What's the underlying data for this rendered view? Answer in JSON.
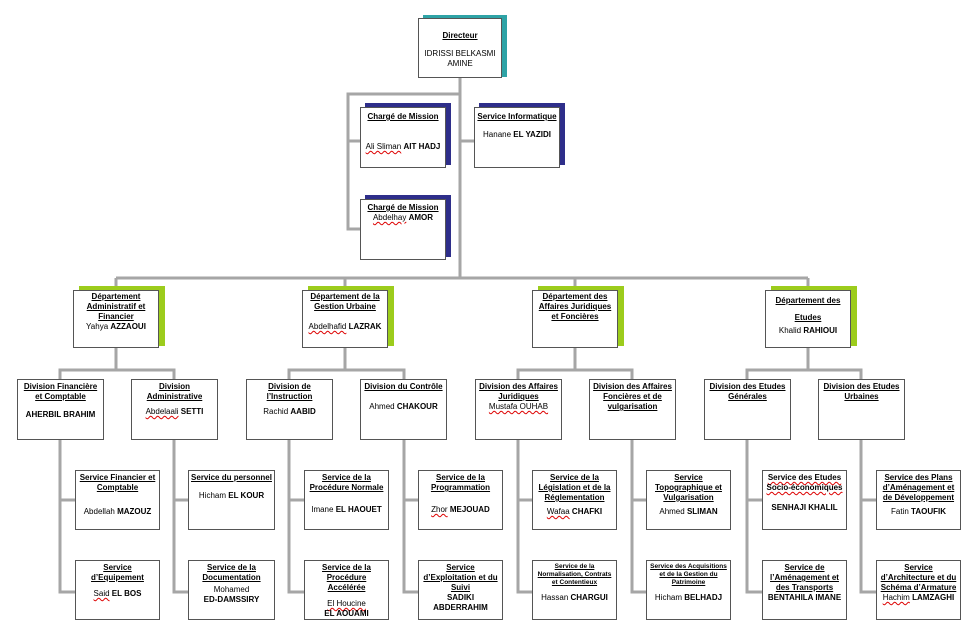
{
  "colors": {
    "line": "#a6a6a6",
    "teal": "#2ea3a6",
    "navy": "#2e2e8a",
    "green": "#9ccc1c"
  },
  "director": {
    "title": "Directeur",
    "name": "IDRISSI BELKASMI AMINE"
  },
  "mission1": {
    "title": "Chargé de Mission",
    "first": "Ali Sliman",
    "last": "AIT HADJ"
  },
  "mission2": {
    "title": "Chargé de Mission",
    "first": "Abdelhay",
    "last": "AMOR"
  },
  "info": {
    "title": "Service Informatique",
    "first": "Hanane",
    "last": "EL YAZIDI"
  },
  "dep1": {
    "title": "Département Administratif et Financier",
    "first": "Yahya",
    "last": "AZZAOUI"
  },
  "dep2": {
    "title": "Département de la Gestion Urbaine",
    "first": "Abdelhafid",
    "last": "LAZRAK"
  },
  "dep3": {
    "title": "Département des Affaires Juridiques et Foncières"
  },
  "dep4": {
    "title": "Département des Etudes",
    "first": "Khalid",
    "last": "RAHIOUI"
  },
  "div1": {
    "title": "Division Financière et Comptable",
    "name": "AHERBIL BRAHIM"
  },
  "div2": {
    "title": "Division Administrative",
    "first": "Abdelaali",
    "last": "SETTI"
  },
  "div3": {
    "title": "Division de l’Instruction",
    "first": "Rachid",
    "last": "AABID"
  },
  "div4": {
    "title": "Division du Contrôle",
    "first": "Ahmed",
    "last": "CHAKOUR"
  },
  "div5": {
    "title": "Division des Affaires Juridiques",
    "name": "Mustafa OUHAB"
  },
  "div6": {
    "title": "Division des Affaires Foncières et de vulgarisation"
  },
  "div7": {
    "title": "Division des Etudes Générales"
  },
  "div8": {
    "title": "Division des Etudes Urbaines"
  },
  "s1": {
    "title": "Service Financier et Comptable",
    "first": "Abdellah",
    "last": "MAZOUZ"
  },
  "s2": {
    "title": "Service d’Equipement",
    "first": "Said",
    "last": "EL BOS"
  },
  "s3": {
    "title": "Service du personnel",
    "first": "Hicham",
    "last": "EL KOUR"
  },
  "s4": {
    "title": "Service de la Documentation",
    "first": "Mohamed",
    "last": "ED-DAMSSIRY"
  },
  "s5": {
    "title": "Service de la Procédure Normale",
    "first": "Imane",
    "last": "EL HAOUET"
  },
  "s6": {
    "title": "Service de la Procédure Accélérée",
    "first": "El Houcine",
    "last": "EL AOUAMI"
  },
  "s7": {
    "title": "Service de la Programmation",
    "first": "Zhor",
    "last": "MEJOUAD"
  },
  "s8": {
    "title": "Service d’Exploitation et du Suivi",
    "name": "SADIKI ABDERRAHIM"
  },
  "s9": {
    "title": "Service de la Législation et de la Réglementation",
    "first": "Wafaa",
    "last": "CHAFKI"
  },
  "s10": {
    "title": "Service de la Normalisation, Contrats et Contentieux",
    "first": "Hassan",
    "last": "CHARGUI"
  },
  "s11": {
    "title": "Service Topographique et Vulgarisation",
    "first": "Ahmed",
    "last": "SLIMAN"
  },
  "s12": {
    "title": "Service des Acquisitions et de la Gestion du Patrimoine",
    "first": "Hicham",
    "last": "BELHADJ"
  },
  "s13": {
    "title": "Service des Etudes Socio-économiques",
    "name": "SENHAJI KHALIL"
  },
  "s14": {
    "title": "Service de l’Aménagement et des Transports",
    "name": "BENTAHILA IMANE"
  },
  "s15": {
    "title": "Service des Plans d’Aménagement et de Développement",
    "first": "Fatin",
    "last": "TAOUFIK"
  },
  "s16": {
    "title": "Service d’Architecture et du Schéma d’Armature",
    "first": "Hachim",
    "last": "LAMZAGHI"
  }
}
